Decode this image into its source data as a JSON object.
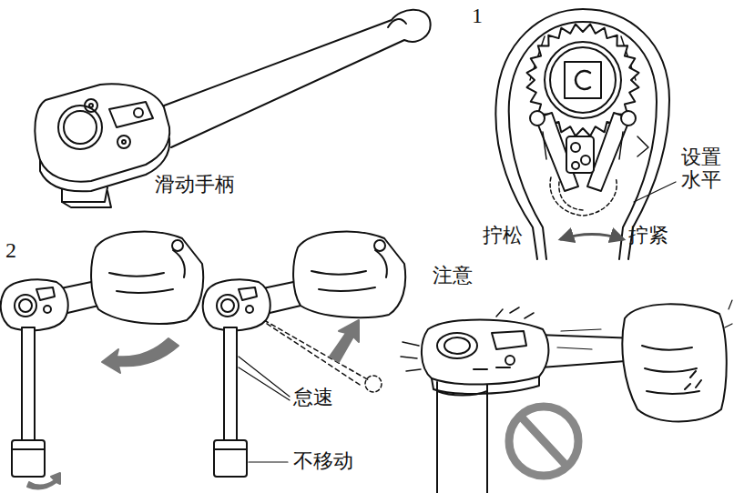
{
  "diagram": {
    "labels": [
      "滑动手柄",
      "1",
      "设置 水平",
      "拧松",
      "拧紧",
      "2",
      "注意",
      "怠速",
      "不移动"
    ]
  }
}
